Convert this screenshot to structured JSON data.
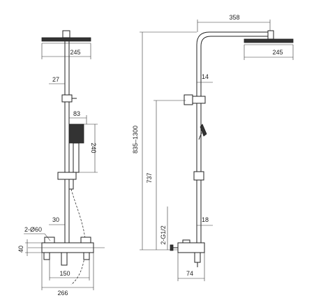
{
  "colors": {
    "line": "#222222",
    "background": "#ffffff"
  },
  "front_view": {
    "head_width": "245",
    "arm_offset": "27",
    "handshower_width": "83",
    "handshower_height": "240",
    "bracket_offset": "30",
    "inlet_diameter": "2-Ø60",
    "mixer_height": "40",
    "inlet_spacing": "150",
    "overall_width": "266"
  },
  "side_view": {
    "arm_reach": "358",
    "head_width": "245",
    "pipe_diameter_top": "14",
    "height_range": "835–1300",
    "inlet_height": "737",
    "thread": "2-G1/2",
    "pipe_diameter_bottom": "18",
    "wall_projection": "74"
  }
}
